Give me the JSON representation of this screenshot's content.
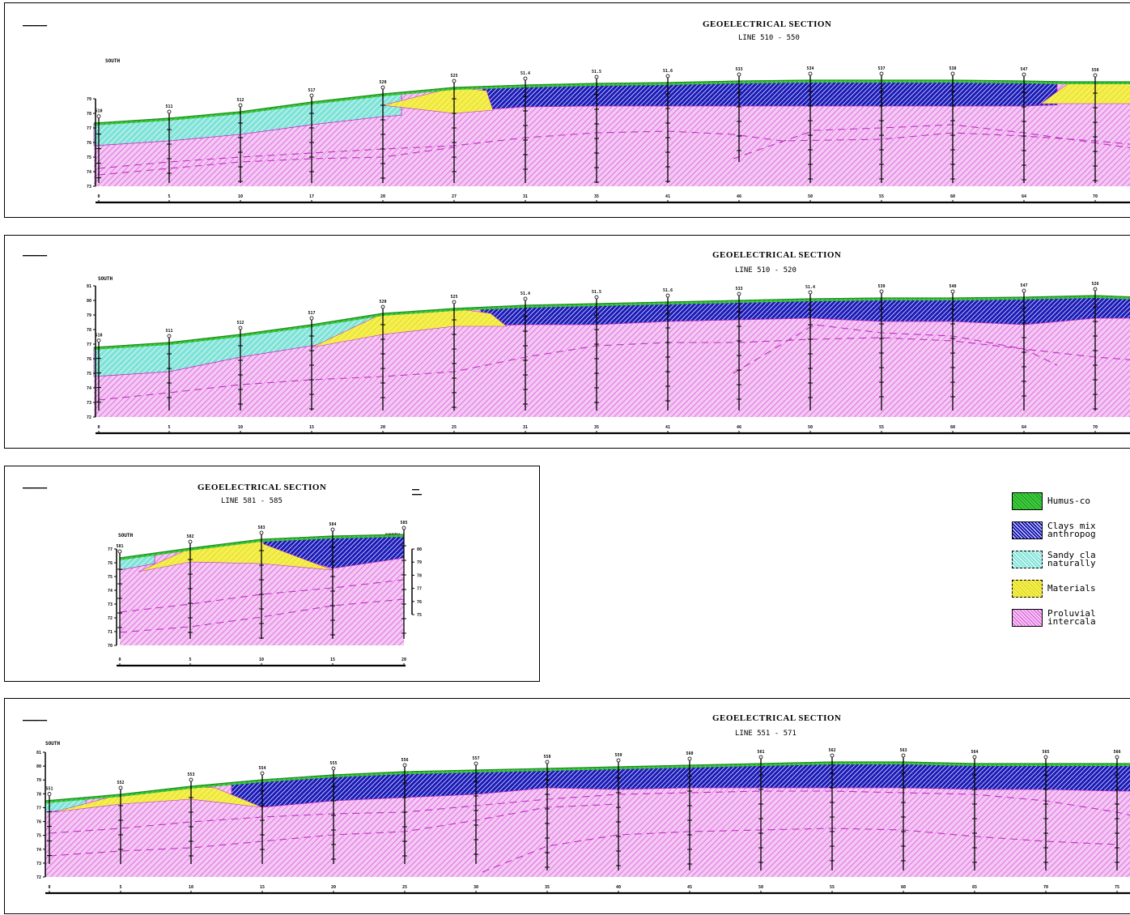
{
  "colors": {
    "humus": "#3ecf3e",
    "clays": "#1a1ab8",
    "sandy": "#7fe3d8",
    "materials": "#f5f050",
    "proluvial": "#d94cd9",
    "proluvial_line": "#c030c0"
  },
  "panel1": {
    "title": "GEOELECTRICAL SECTION",
    "subtitle": "LINE 510 - 550",
    "direction": "SOUTH",
    "y_ticks": [
      "79",
      "78",
      "77",
      "76",
      "75",
      "74",
      "73"
    ],
    "x_ticks": [
      "0",
      "5",
      "10",
      "17",
      "20",
      "27",
      "31",
      "35",
      "41",
      "46",
      "50",
      "55",
      "60",
      "64",
      "70"
    ],
    "stations": [
      "510",
      "511",
      "512",
      "517",
      "520",
      "525",
      "51.4",
      "51.5",
      "51.6",
      "533",
      "534",
      "537",
      "538",
      "547",
      "550"
    ]
  },
  "panel2": {
    "title": "GEOELECTRICAL SECTION",
    "subtitle": "LINE 510 - 520",
    "direction": "SOUTH",
    "y_ticks": [
      "81",
      "80",
      "79",
      "78",
      "77",
      "76",
      "75",
      "74",
      "73",
      "72"
    ],
    "x_ticks": [
      "0",
      "5",
      "10",
      "15",
      "20",
      "25",
      "31",
      "35",
      "41",
      "46",
      "50",
      "55",
      "60",
      "64",
      "70"
    ],
    "stations": [
      "510",
      "511",
      "512",
      "517",
      "520",
      "525",
      "51.4",
      "51.5",
      "51.6",
      "533",
      "51.4",
      "539",
      "540",
      "547",
      "526"
    ]
  },
  "panel3": {
    "title": "GEOELECTRICAL SECTION",
    "subtitle": "LINE 581 - 585",
    "direction_left": "SOUTH",
    "direction_right": "NORTH",
    "y_ticks": [
      "77",
      "76",
      "75",
      "74",
      "73",
      "72",
      "71",
      "70"
    ],
    "y_ticks_right": [
      "80",
      "79",
      "78",
      "77",
      "76",
      "75"
    ],
    "x_ticks": [
      "0",
      "5",
      "10",
      "15",
      "20"
    ],
    "stations": [
      "581",
      "582",
      "583",
      "584",
      "585"
    ]
  },
  "panel4": {
    "title": "GEOELECTRICAL SECTION",
    "subtitle": "LINE 551 - 571",
    "direction": "SOUTH",
    "y_ticks": [
      "81",
      "80",
      "79",
      "78",
      "77",
      "76",
      "75",
      "74",
      "73",
      "72"
    ],
    "x_ticks": [
      "0",
      "5",
      "10",
      "15",
      "20",
      "25",
      "30",
      "35",
      "40",
      "45",
      "50",
      "55",
      "60",
      "65",
      "70",
      "75"
    ],
    "stations": [
      "551",
      "552",
      "553",
      "554",
      "555",
      "556",
      "557",
      "558",
      "559",
      "560",
      "561",
      "562",
      "563",
      "564",
      "565",
      "566"
    ]
  },
  "legend": {
    "items": [
      {
        "key": "humus",
        "text": "Humus-co"
      },
      {
        "key": "clays",
        "text": "Clays mix\nanthropog"
      },
      {
        "key": "sandy",
        "text": "Sandy cla\nnaturally"
      },
      {
        "key": "materials",
        "text": "Materials"
      },
      {
        "key": "proluvial",
        "text": "Proluvial\nintercala"
      }
    ]
  }
}
